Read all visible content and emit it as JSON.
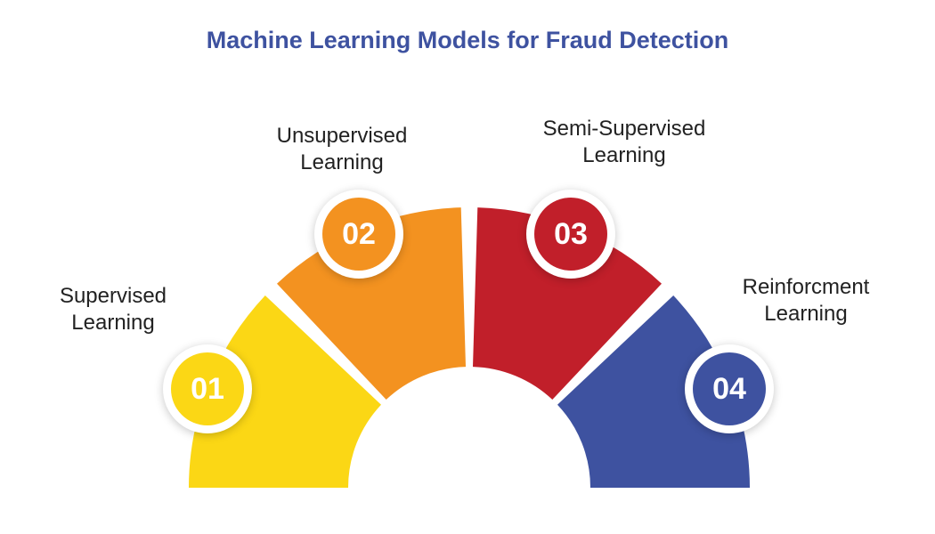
{
  "title": "Machine Learning Models for Fraud Detection",
  "colors": {
    "title": "#3e52a0",
    "segment_1": "#fbd715",
    "segment_2": "#f39220",
    "segment_3": "#c11f2a",
    "segment_4": "#3e52a0"
  },
  "segments": [
    {
      "number": "01",
      "label_line1": "Supervised",
      "label_line2": "Learning"
    },
    {
      "number": "02",
      "label_line1": "Unsupervised",
      "label_line2": "Learning"
    },
    {
      "number": "03",
      "label_line1": "Semi-Supervised",
      "label_line2": "Learning"
    },
    {
      "number": "04",
      "label_line1": "Reinforcment",
      "label_line2": "Learning"
    }
  ]
}
